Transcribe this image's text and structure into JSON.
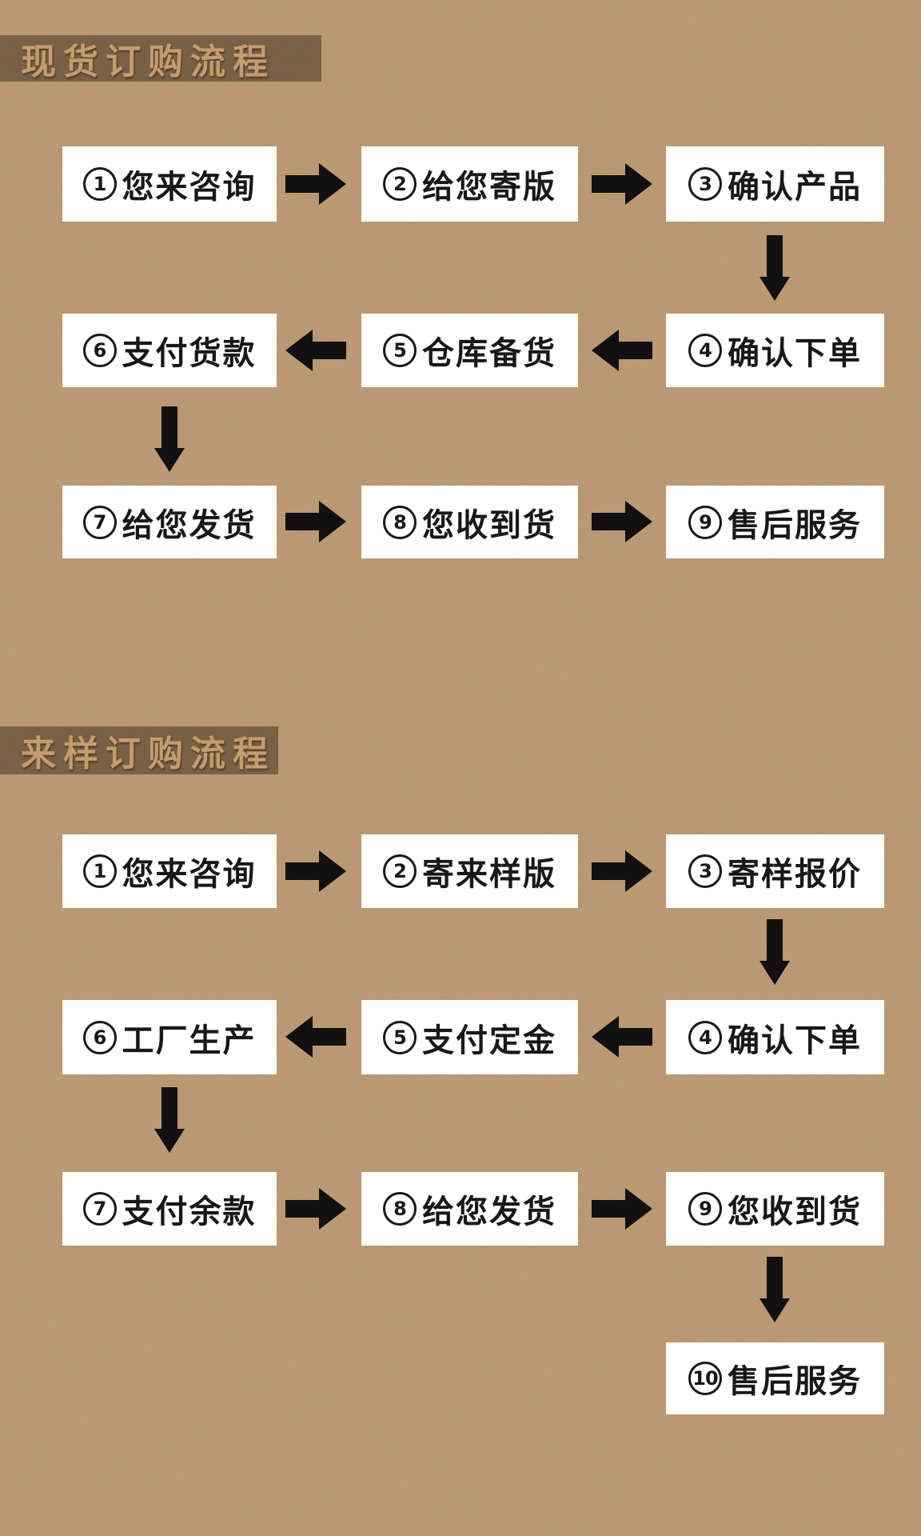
{
  "page": {
    "bg_color": "#b4906a",
    "band_color": "rgba(62,46,28,0.52)",
    "band_text_color": "#c59c6c",
    "box_bg": "#ffffff",
    "text_color": "#181818",
    "arrow_color": "#111111"
  },
  "sections": [
    {
      "title": "现货订购流程",
      "steps": [
        {
          "num": "1",
          "label": "您来咨询"
        },
        {
          "num": "2",
          "label": "给您寄版"
        },
        {
          "num": "3",
          "label": "确认产品"
        },
        {
          "num": "4",
          "label": "确认下单"
        },
        {
          "num": "5",
          "label": "仓库备货"
        },
        {
          "num": "6",
          "label": "支付货款"
        },
        {
          "num": "7",
          "label": "给您发货"
        },
        {
          "num": "8",
          "label": "您收到货"
        },
        {
          "num": "9",
          "label": "售后服务"
        }
      ]
    },
    {
      "title": "来样订购流程",
      "steps": [
        {
          "num": "1",
          "label": "您来咨询"
        },
        {
          "num": "2",
          "label": "寄来样版"
        },
        {
          "num": "3",
          "label": "寄样报价"
        },
        {
          "num": "4",
          "label": "确认下单"
        },
        {
          "num": "5",
          "label": "支付定金"
        },
        {
          "num": "6",
          "label": "工厂生产"
        },
        {
          "num": "7",
          "label": "支付余款"
        },
        {
          "num": "8",
          "label": "给您发货"
        },
        {
          "num": "9",
          "label": "您收到货"
        },
        {
          "num": "10",
          "label": "售后服务"
        }
      ]
    }
  ]
}
